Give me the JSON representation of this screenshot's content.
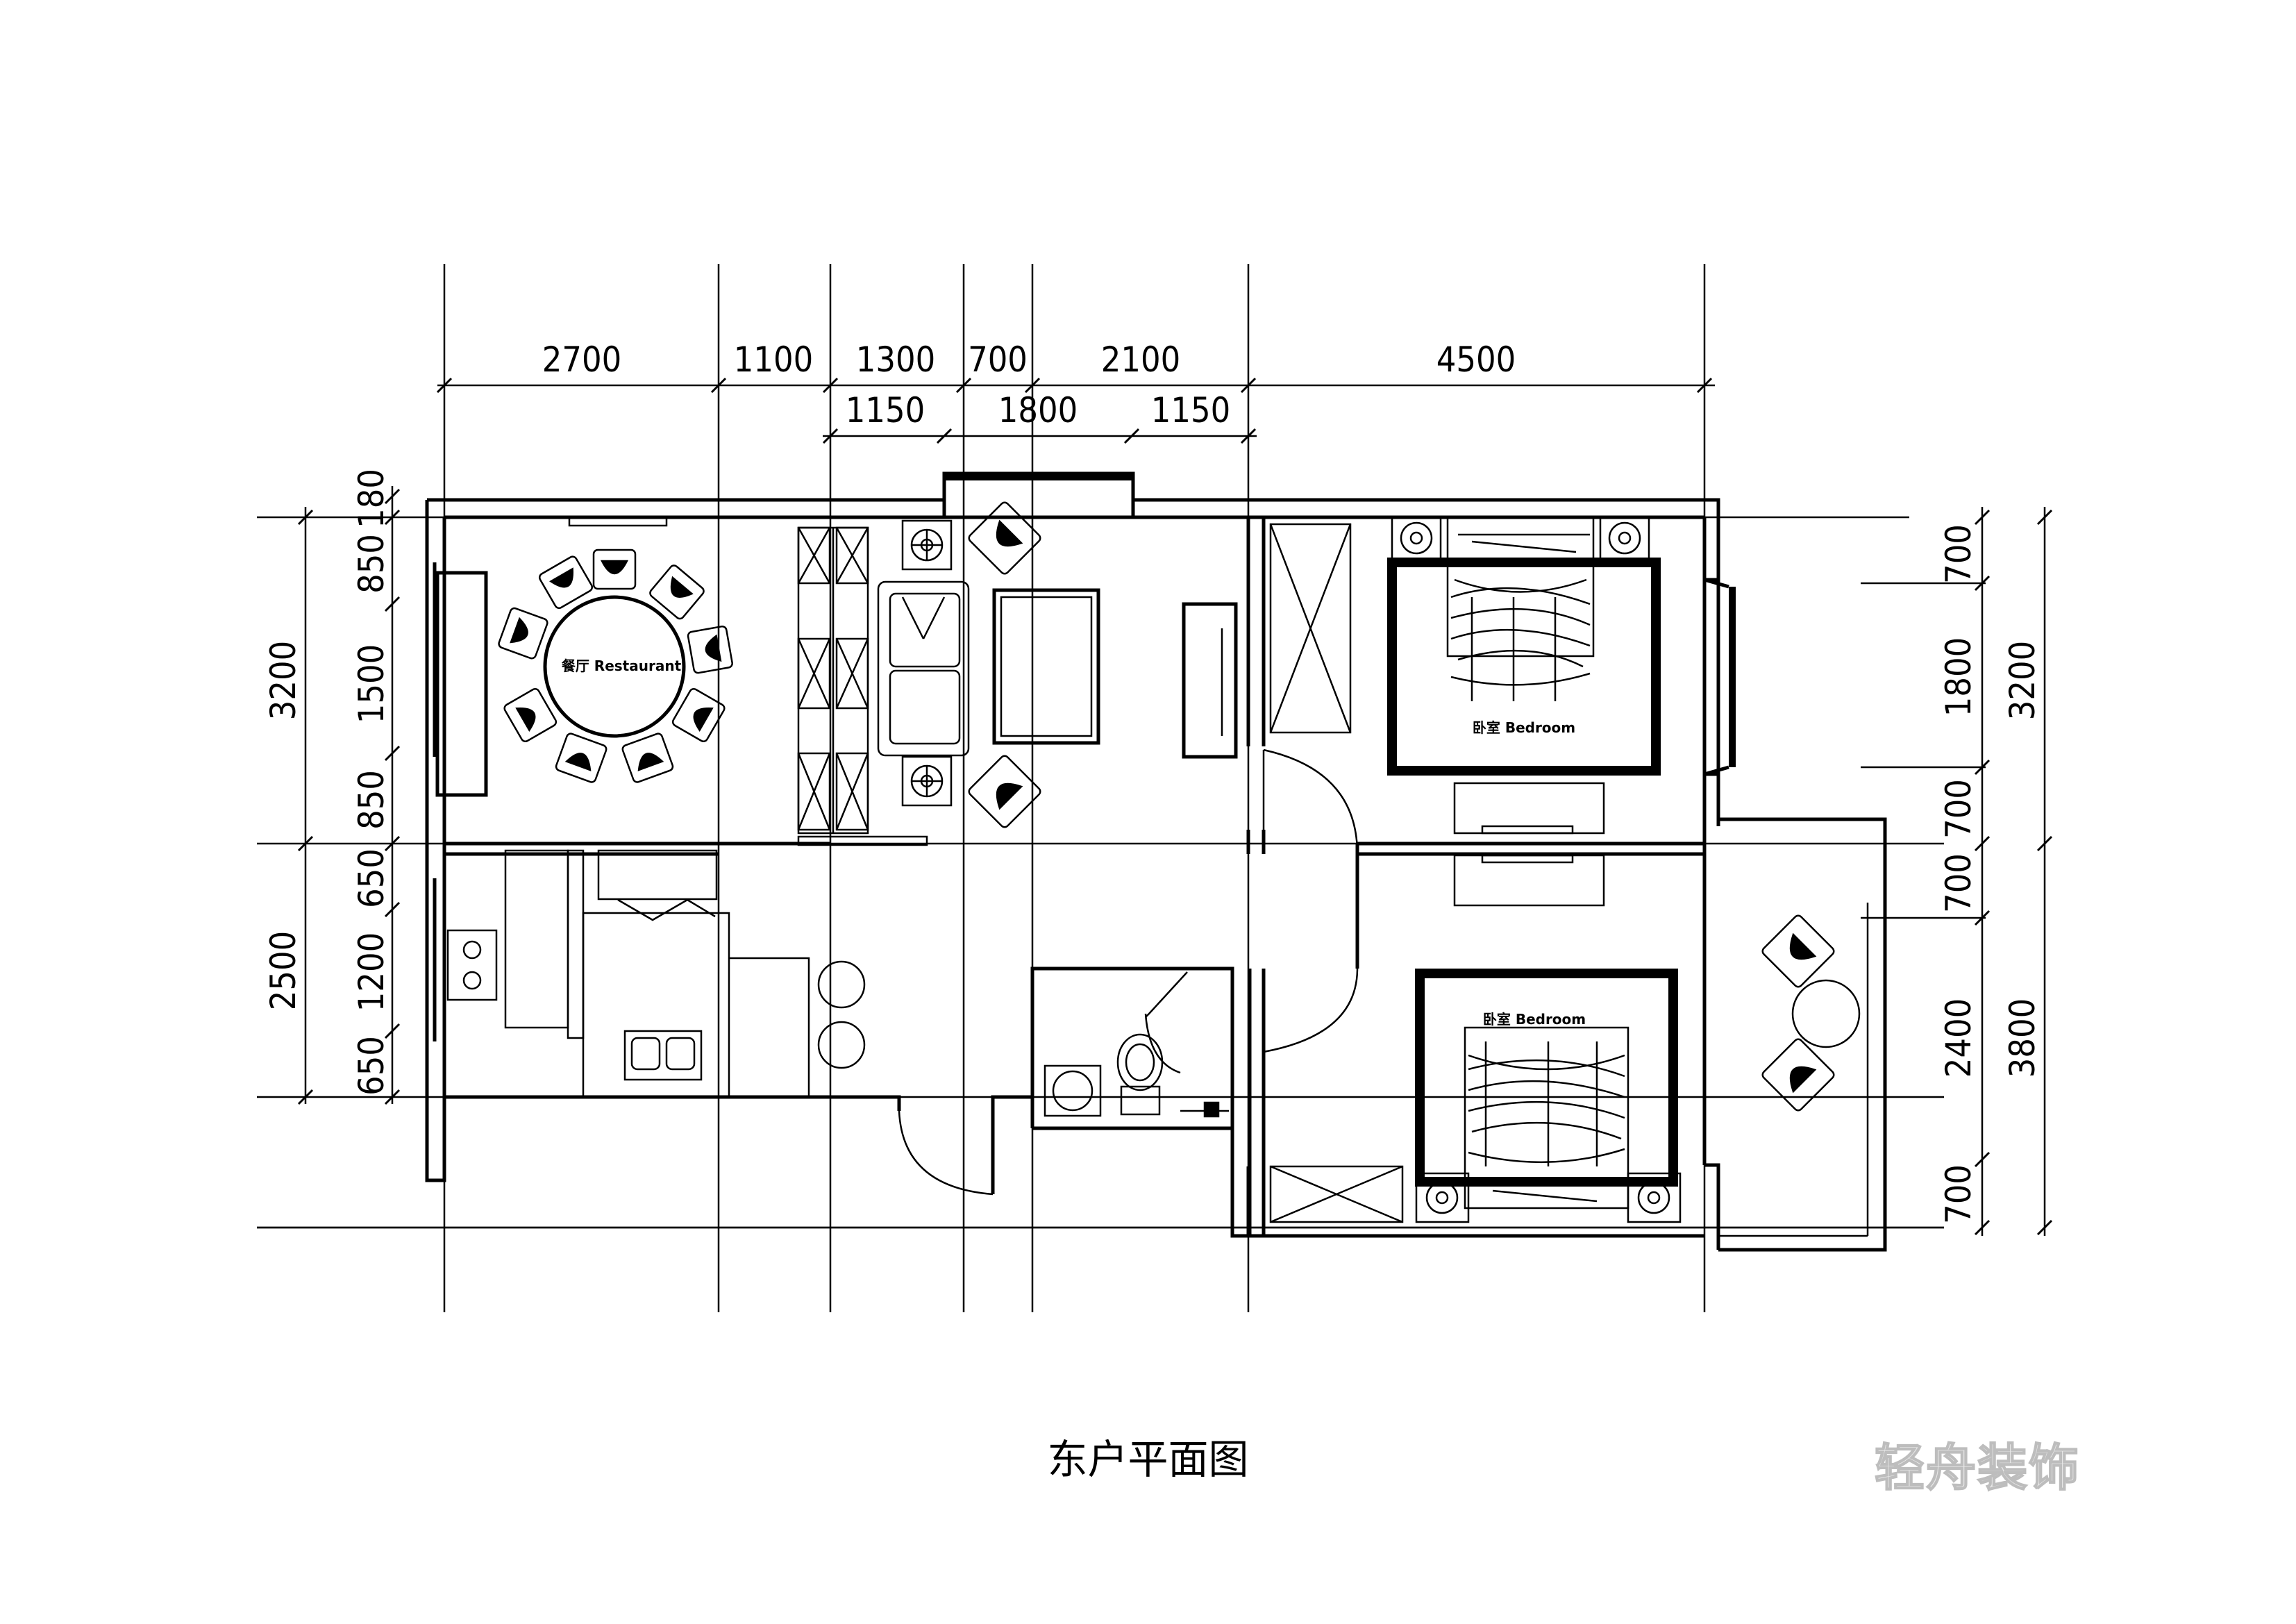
{
  "dims": {
    "top_row1": [
      "2700",
      "1100",
      "1300",
      "700",
      "2100",
      "4500"
    ],
    "top_row2": [
      "1150",
      "1800",
      "1150"
    ],
    "left_total": [
      "3200",
      "2500"
    ],
    "left_detail": [
      "180",
      "850",
      "1500",
      "850",
      "650",
      "1200",
      "650"
    ],
    "right_detail": [
      "700",
      "1800",
      "700",
      "700",
      "2400",
      "700"
    ],
    "right_total": [
      "3200",
      "3800"
    ]
  },
  "rooms": {
    "dining": "餐厅 Restaurant",
    "bedroom_top": "卧室 Bedroom",
    "bedroom_bottom": "卧室 Bedroom"
  },
  "caption": "东户平面图",
  "watermark": "轻舟装饰"
}
